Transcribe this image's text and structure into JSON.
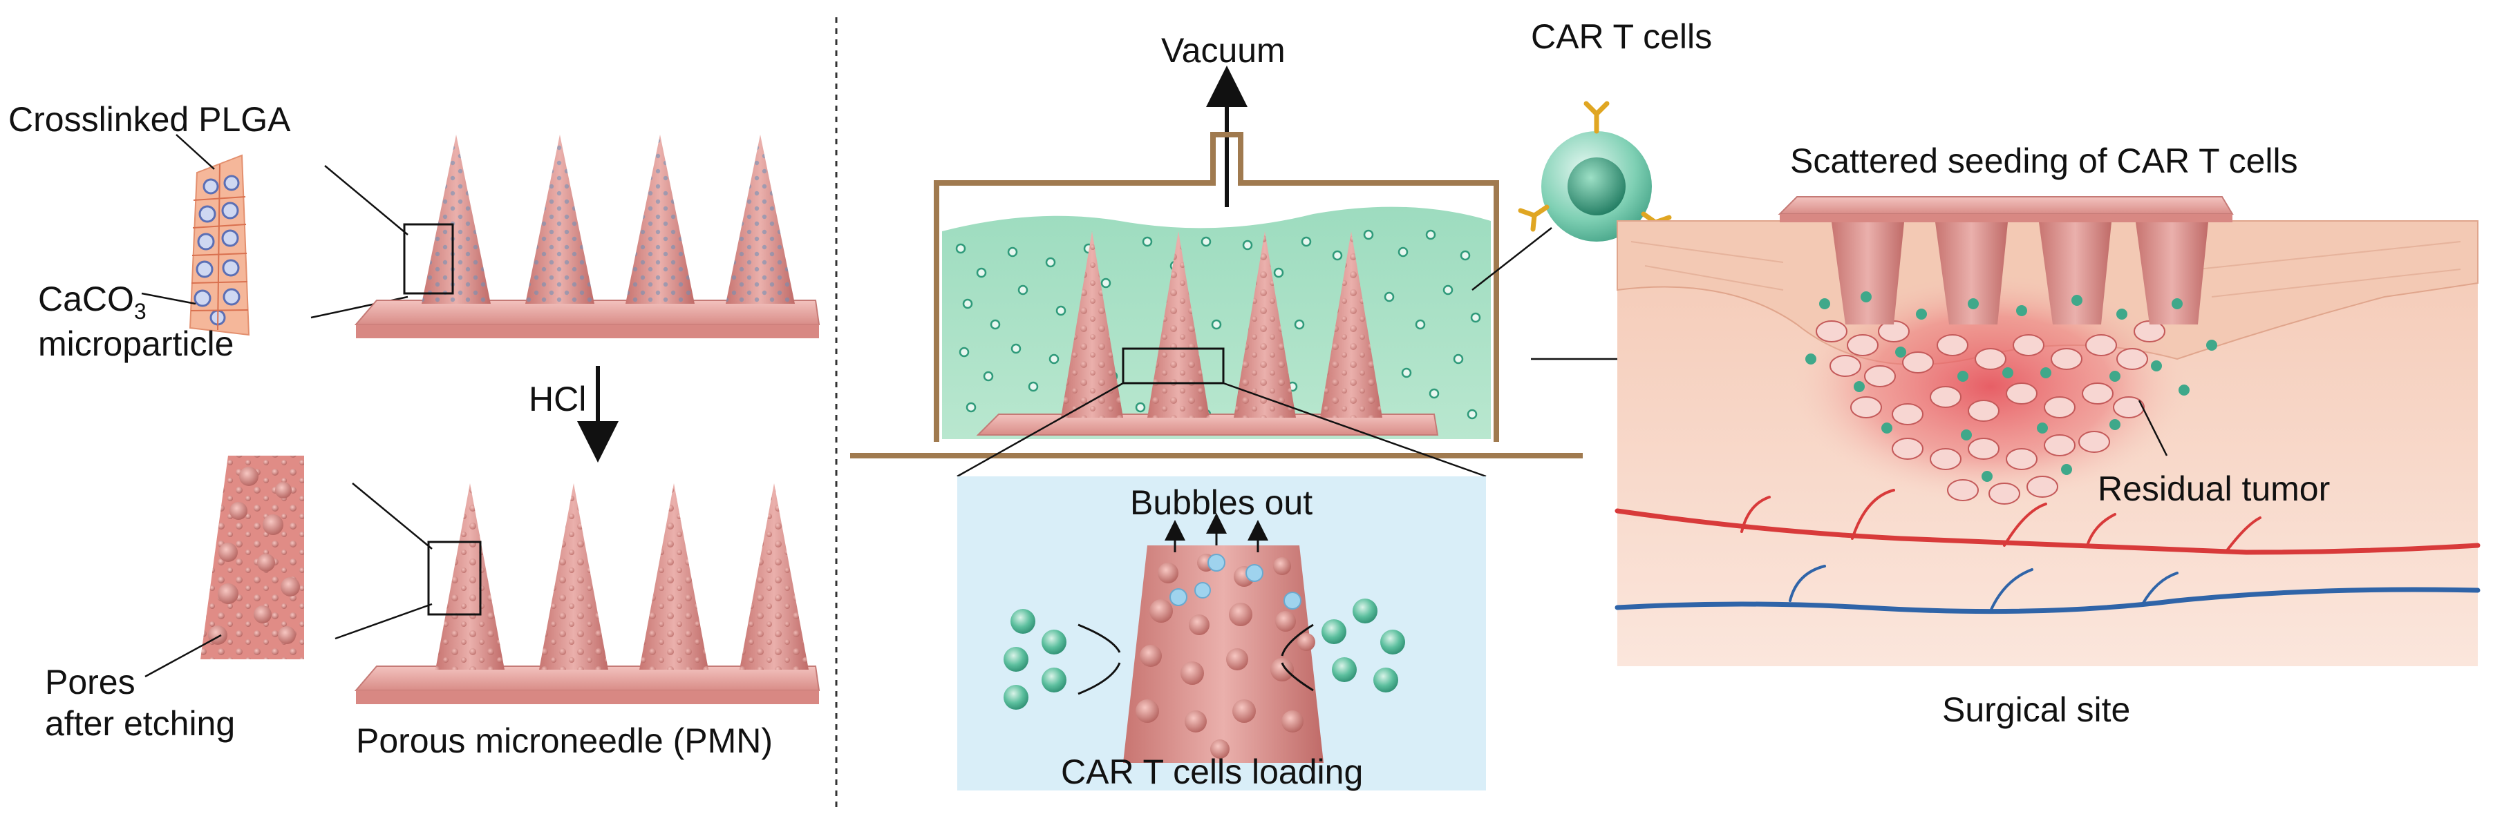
{
  "fabrication": {
    "crosslinked_plga": "Crosslinked PLGA",
    "caco3_main": "CaCO",
    "caco3_sub": "3",
    "microparticle": "microparticle",
    "reagent": "HCl",
    "pores_line1": "Pores",
    "pores_line2": "after etching",
    "pmn_caption": "Porous microneedle (PMN)"
  },
  "loading": {
    "vacuum": "Vacuum",
    "car_t_cells": "CAR T cells",
    "bubbles_out": "Bubbles out",
    "loading_caption": "CAR T cells loading"
  },
  "application": {
    "seeding": "Scattered seeding of CAR T cells",
    "residual_tumor": "Residual tumor",
    "surgical_site": "Surgical site"
  },
  "colors": {
    "needle_pink": "#e7a3a0",
    "needle_dark": "#c9726f",
    "car_t_green": "#3fa88a",
    "liquid_green": "#8fd6b4",
    "chamber_brown": "#a07a4f",
    "inset_blue": "#d9eef8",
    "tissue_peach": "#f6d2c4",
    "tumor_red": "#e2505a",
    "artery_red": "#d83a3a",
    "vein_blue": "#2f64a8"
  }
}
